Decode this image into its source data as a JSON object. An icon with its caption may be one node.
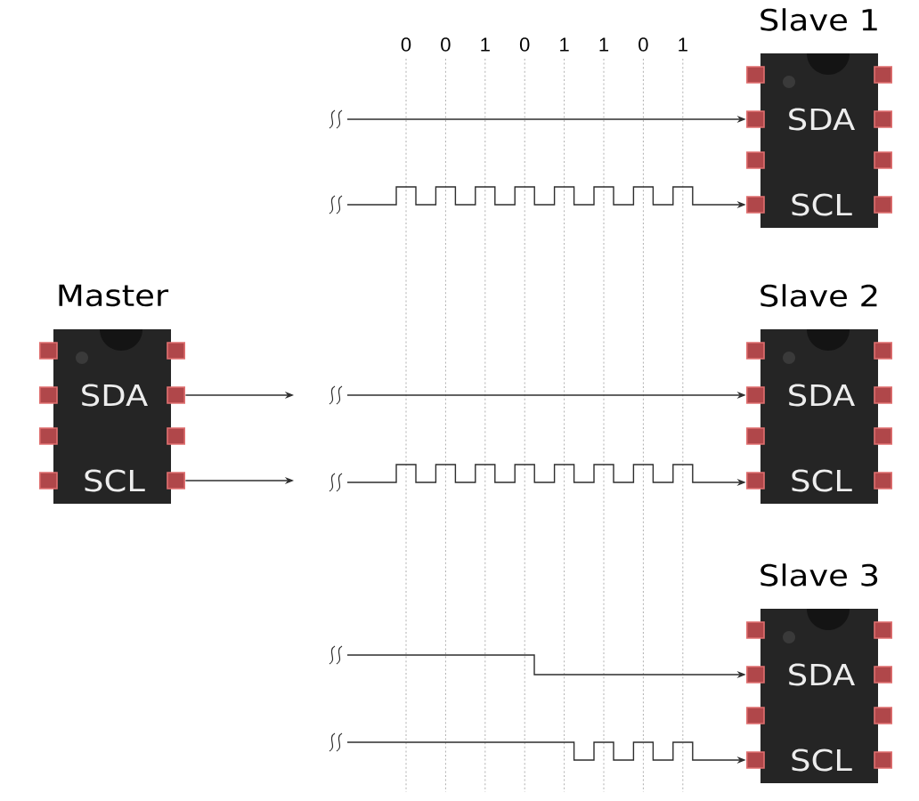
{
  "diagram": {
    "nodes": [
      {
        "text": [
          "Slave 1",
          "SDA",
          "SCL"
        ]
      },
      {
        "text": [
          "Master",
          "SDA",
          "SCL"
        ]
      },
      {
        "text": [
          "Slave 2",
          "SDA",
          "SCL"
        ]
      },
      {
        "text": [
          "Slave 3",
          "SDA",
          "SCL"
        ]
      }
    ],
    "edges": [
      {
        "from": null,
        "to": 0,
        "arrow": "to"
      },
      {
        "from": null,
        "to": 0,
        "arrow": "to"
      },
      {
        "from": 1,
        "to": null,
        "arrow": "to"
      },
      {
        "from": 1,
        "to": null,
        "arrow": "to"
      },
      {
        "from": null,
        "to": 2,
        "arrow": "to"
      },
      {
        "from": null,
        "to": 2,
        "arrow": "to"
      },
      {
        "from": null,
        "to": 3,
        "arrow": "to"
      },
      {
        "from": null,
        "to": 3,
        "arrow": "to"
      }
    ],
    "labels": [
      "0",
      "0",
      "1",
      "0",
      "1",
      "1",
      "0",
      "1"
    ]
  }
}
